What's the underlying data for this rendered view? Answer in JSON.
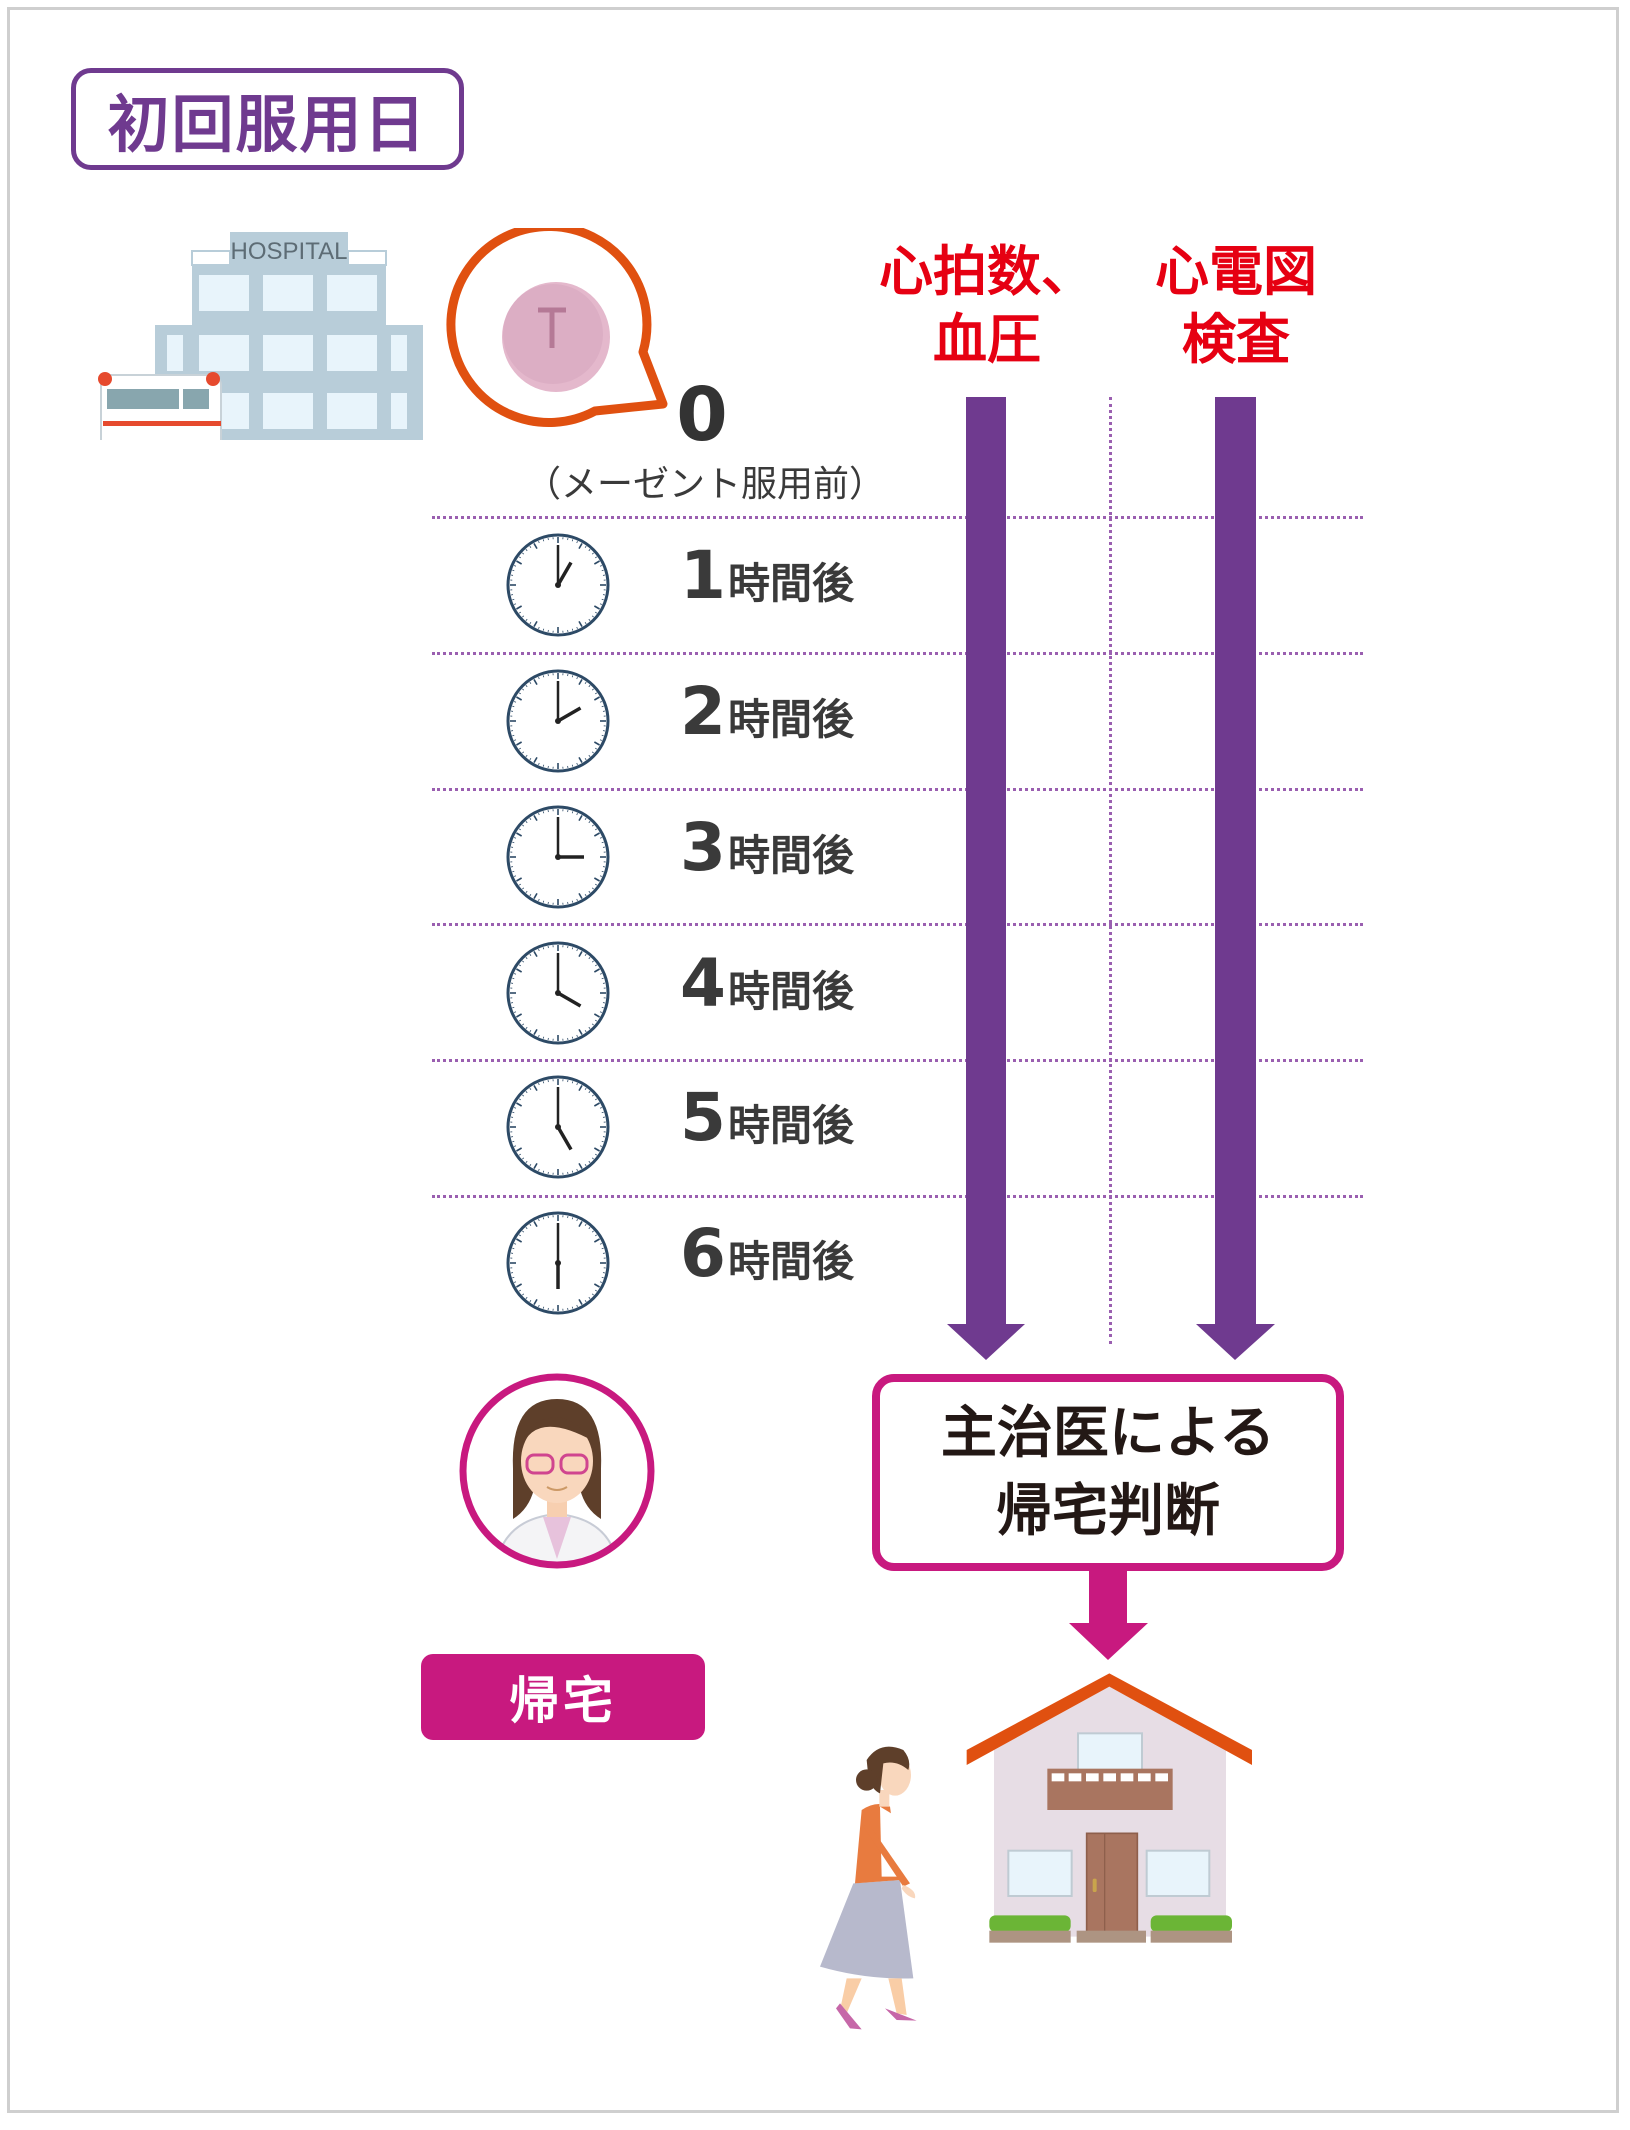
{
  "header": {
    "title": "初回服用日"
  },
  "hospital": {
    "sign": "HOSPITAL"
  },
  "dose": {
    "time": "0",
    "note": "（メーゼント服用前）"
  },
  "measurements": [
    {
      "line1": "心拍数、",
      "line2": "血圧"
    },
    {
      "line1": "心電図",
      "line2": "検査"
    }
  ],
  "timeline": [
    {
      "num": "1",
      "unit": "時間後",
      "hour": 1
    },
    {
      "num": "2",
      "unit": "時間後",
      "hour": 2
    },
    {
      "num": "3",
      "unit": "時間後",
      "hour": 3
    },
    {
      "num": "4",
      "unit": "時間後",
      "hour": 4
    },
    {
      "num": "5",
      "unit": "時間後",
      "hour": 5
    },
    {
      "num": "6",
      "unit": "時間後",
      "hour": 6
    }
  ],
  "decision": {
    "line1": "主治医による",
    "line2": "帰宅判断"
  },
  "home_button": {
    "label": "帰宅"
  },
  "colors": {
    "purple": "#6f3a8f",
    "red": "#e60012",
    "magenta": "#c8197f",
    "orange": "#e05010"
  }
}
